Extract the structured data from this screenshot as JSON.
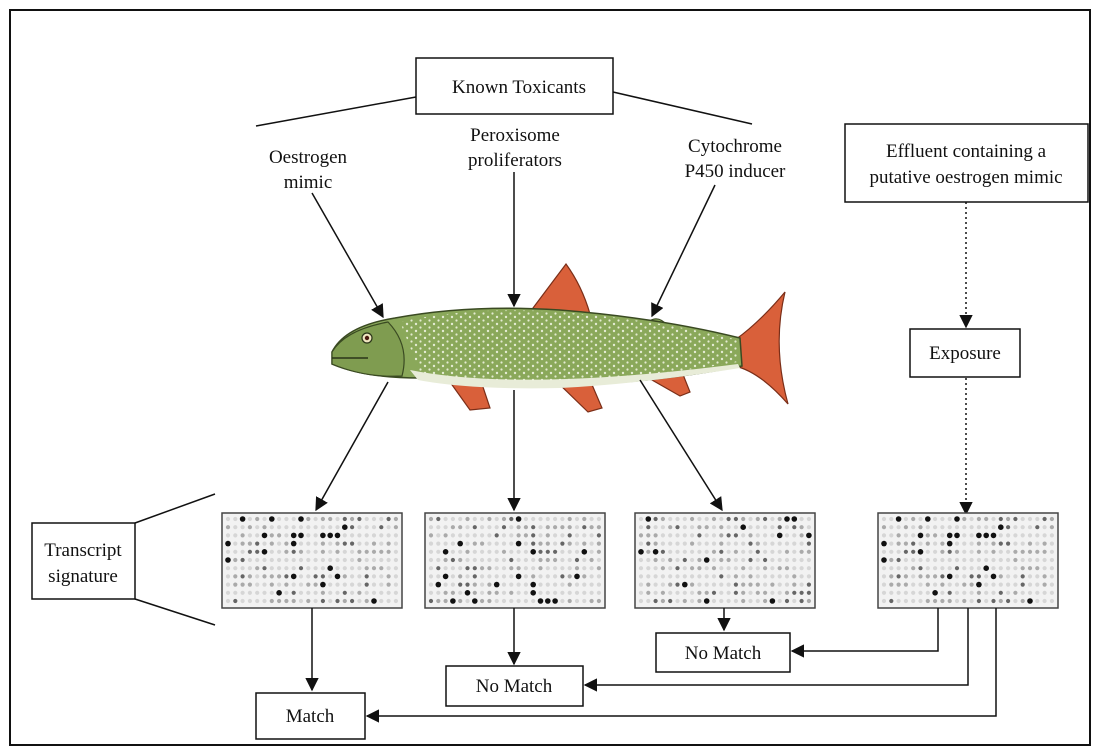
{
  "diagram": {
    "known_toxicants": "Known Toxicants",
    "oestrogen_mimic": [
      "Oestrogen",
      "mimic"
    ],
    "peroxisome": [
      "Peroxisome",
      "proliferators"
    ],
    "cytochrome": [
      "Cytochrome",
      "P450 inducer"
    ],
    "effluent": [
      "Effluent containing a",
      "putative oestrogen mimic"
    ],
    "exposure": "Exposure",
    "transcript_signature": [
      "Transcript",
      "signature"
    ],
    "match": "Match",
    "no_match_1": "No Match",
    "no_match_2": "No Match"
  },
  "colors": {
    "fish_body": "#8aa85a",
    "fish_belly": "#e8ecd8",
    "fins": "#d9603a",
    "spots": "#f4f7e8",
    "line": "#111111"
  }
}
